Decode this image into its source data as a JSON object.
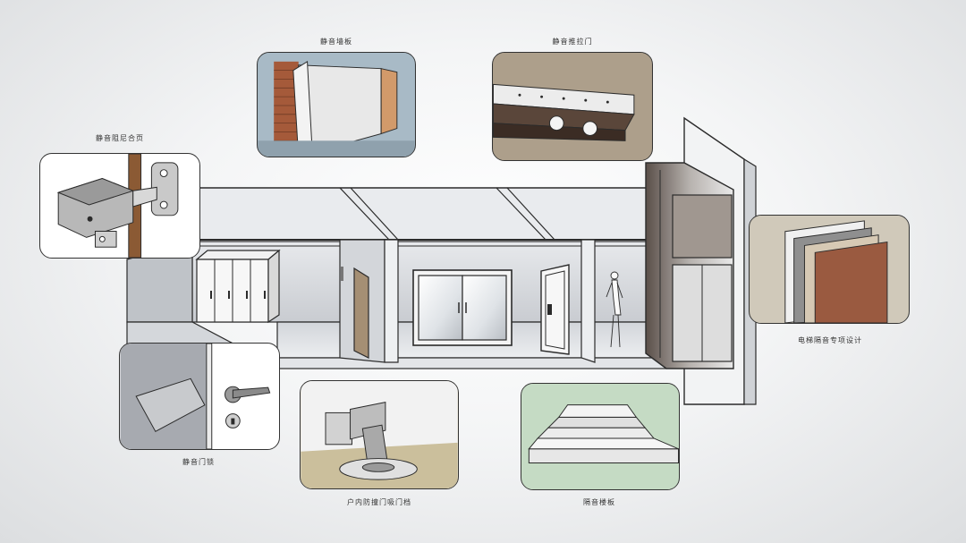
{
  "labels": {
    "wall_panel": "静音墙板",
    "sliding_door": "静音推拉门",
    "damper_hinge": "静音阻尼合页",
    "elevator_design": "电梯隔音专项设计",
    "door_lock": "静音门锁",
    "door_stopper": "户内防撞门吸门档",
    "floor_board": "隔音楼板"
  },
  "colors": {
    "outline": "#2b2b2b",
    "card_wall": "#9fb2bf",
    "card_sliding": "#a89a86",
    "card_elevator": "#c9c2b2",
    "card_stopper": "#c8bfa5",
    "card_floor": "#c7dcc6",
    "card_white": "#ffffff"
  }
}
